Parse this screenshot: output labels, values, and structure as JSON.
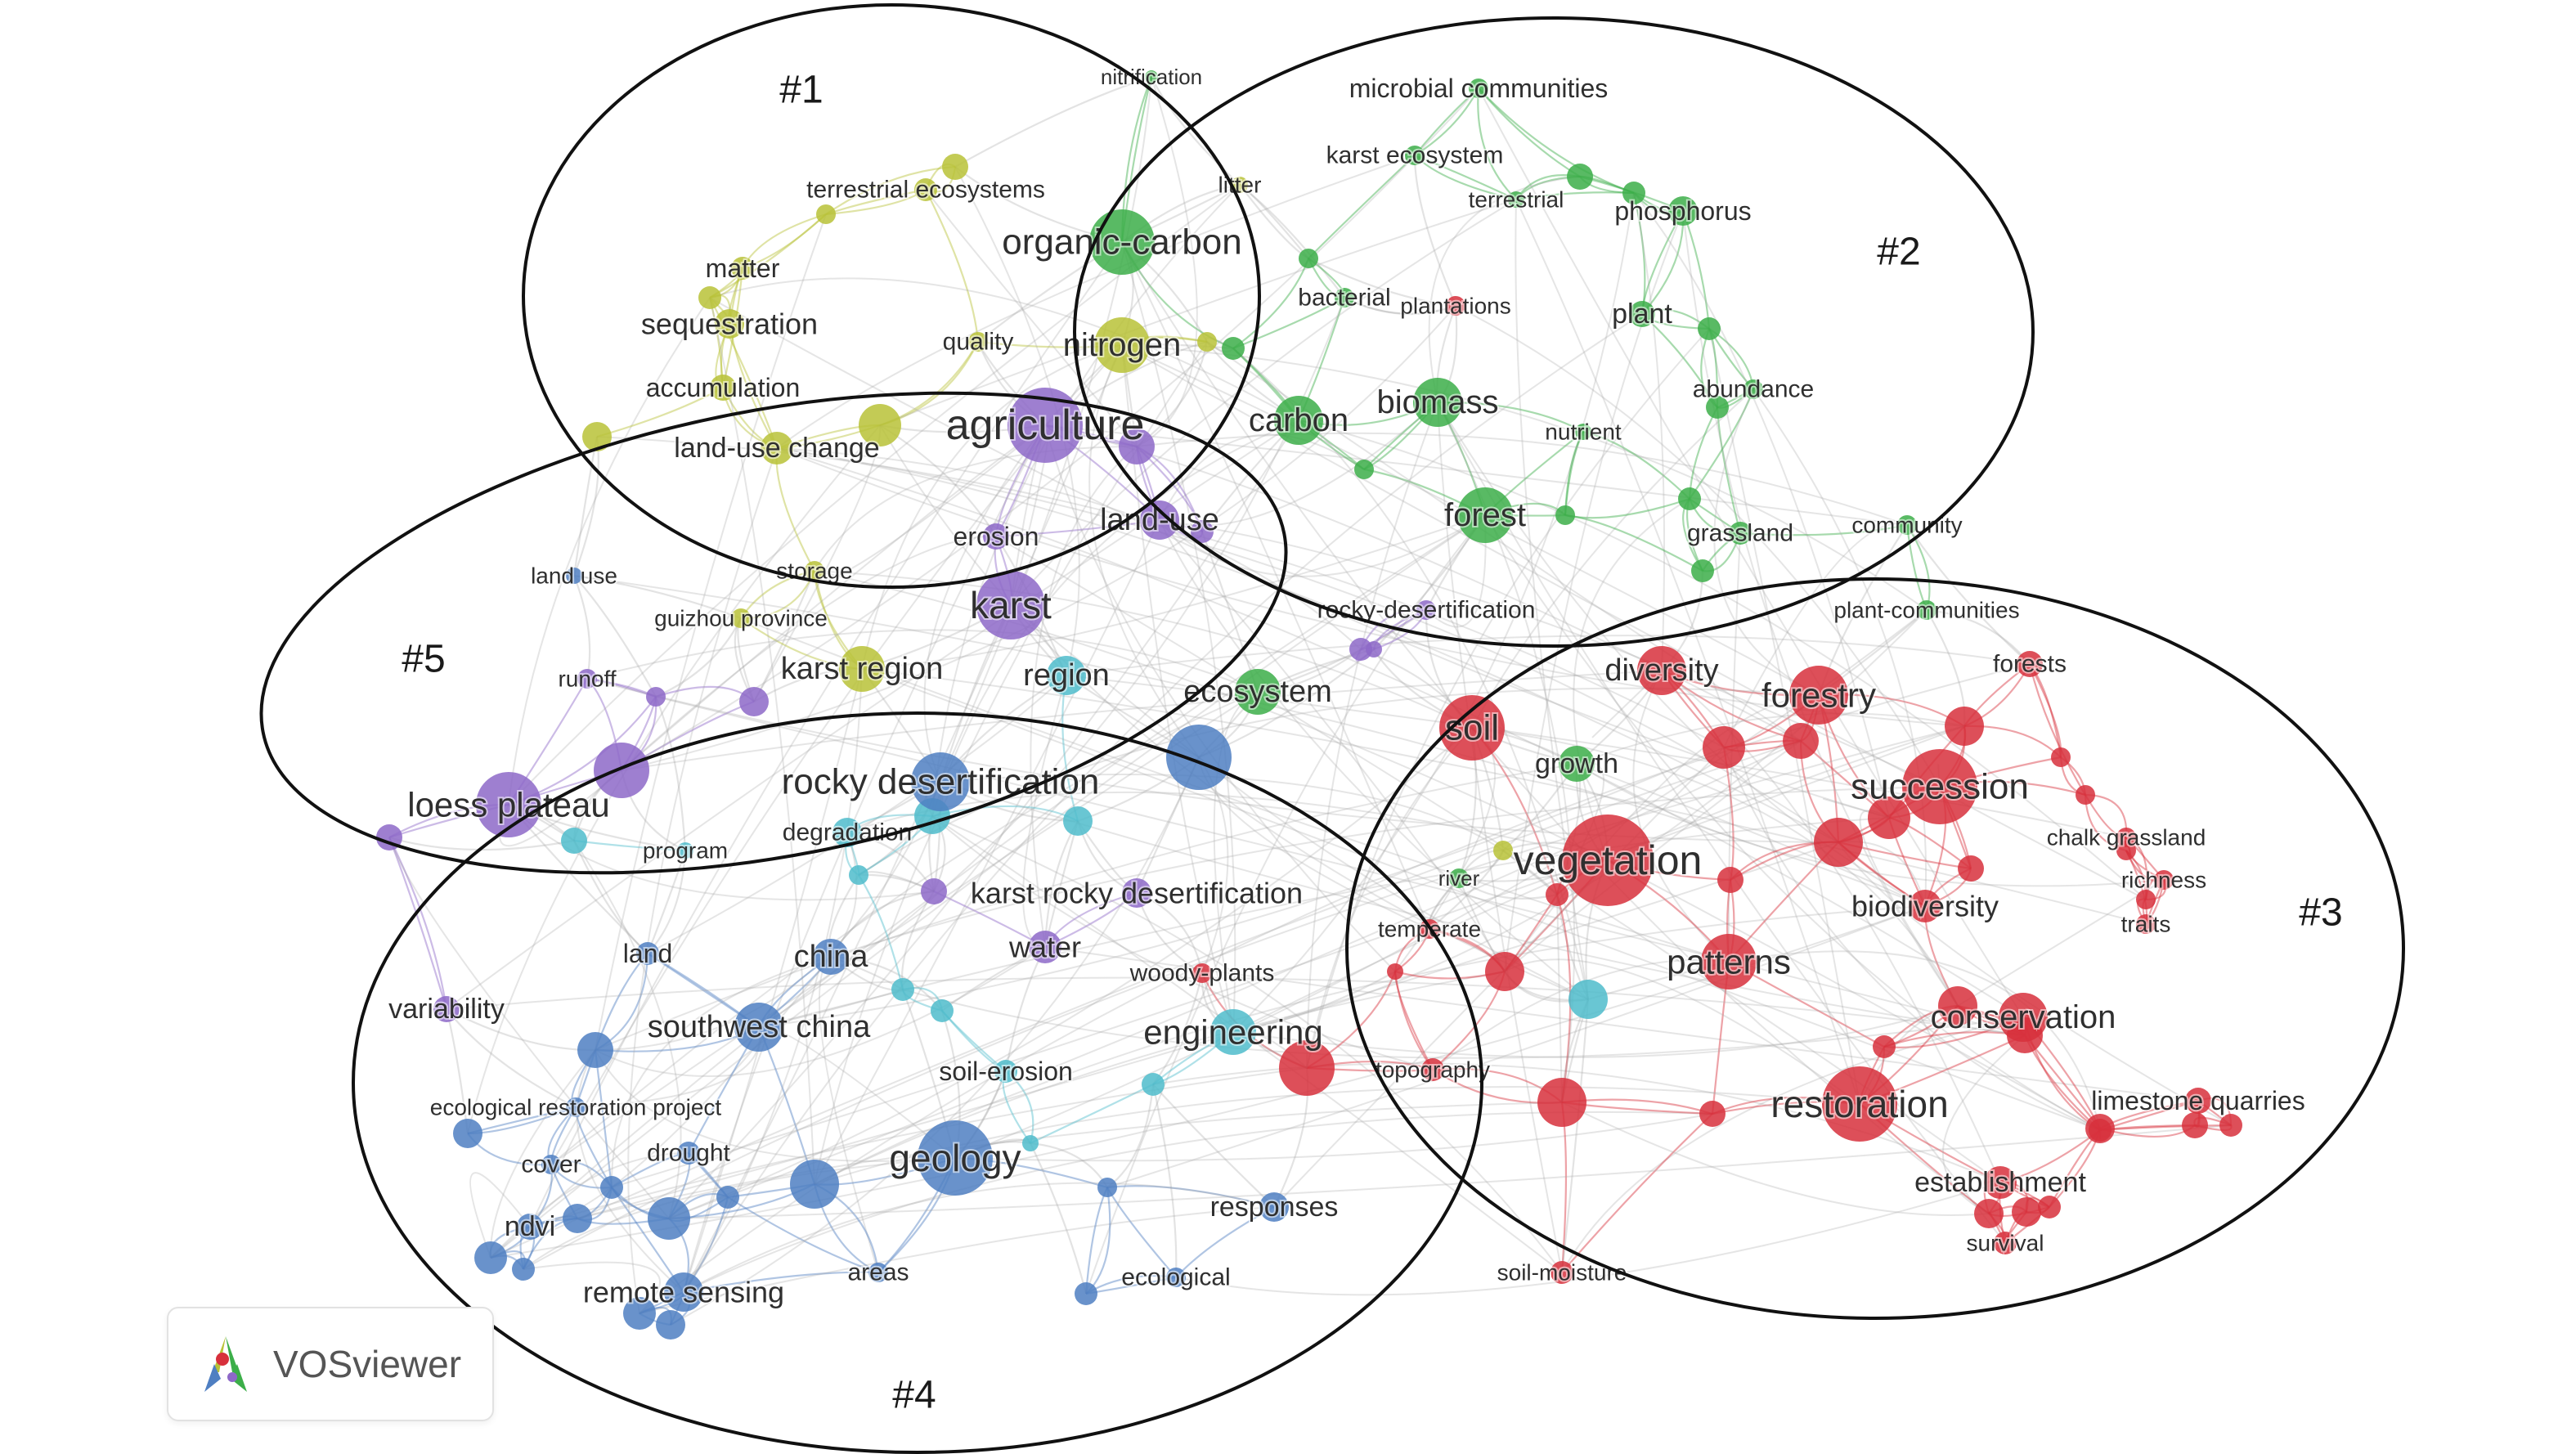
{
  "clusters": [
    "#1",
    "#2",
    "#3",
    "#4",
    "#5"
  ],
  "colors": {
    "yellow": "#b8c237",
    "green": "#3cae49",
    "red": "#d7303c",
    "purple": "#8d68c8",
    "blue": "#4f7fc2",
    "cyan": "#4fbccb"
  },
  "nodes": [
    {
      "label": "agriculture",
      "color": "purple"
    },
    {
      "label": "organic-carbon",
      "color": "green"
    },
    {
      "label": "nitrogen",
      "color": "yellow"
    },
    {
      "label": "quality",
      "color": "yellow"
    },
    {
      "label": "sequestration",
      "color": "yellow"
    },
    {
      "label": "matter",
      "color": "yellow"
    },
    {
      "label": "accumulation",
      "color": "yellow"
    },
    {
      "label": "land-use change",
      "color": "yellow"
    },
    {
      "label": "terrestrial ecosystems",
      "color": "yellow"
    },
    {
      "label": "nitrification",
      "color": "green"
    },
    {
      "label": "litter",
      "color": "yellow"
    },
    {
      "label": "microbial communities",
      "color": "green"
    },
    {
      "label": "karst ecosystem",
      "color": "green"
    },
    {
      "label": "terrestrial",
      "color": "green"
    },
    {
      "label": "phosphorus",
      "color": "green"
    },
    {
      "label": "bacterial",
      "color": "green"
    },
    {
      "label": "plantations",
      "color": "red"
    },
    {
      "label": "plant",
      "color": "green"
    },
    {
      "label": "carbon",
      "color": "green"
    },
    {
      "label": "biomass",
      "color": "green"
    },
    {
      "label": "abundance",
      "color": "green"
    },
    {
      "label": "nutrient",
      "color": "green"
    },
    {
      "label": "forest",
      "color": "green"
    },
    {
      "label": "grassland",
      "color": "green"
    },
    {
      "label": "community",
      "color": "green"
    },
    {
      "label": "land-use",
      "color": "purple"
    },
    {
      "label": "erosion",
      "color": "purple"
    },
    {
      "label": "storage",
      "color": "yellow"
    },
    {
      "label": "land use",
      "color": "blue"
    },
    {
      "label": "karst",
      "color": "purple"
    },
    {
      "label": "guizhou province",
      "color": "yellow"
    },
    {
      "label": "runoff",
      "color": "purple"
    },
    {
      "label": "karst region",
      "color": "yellow"
    },
    {
      "label": "region",
      "color": "cyan"
    },
    {
      "label": "ecosystem",
      "color": "green"
    },
    {
      "label": "rocky-desertification",
      "color": "purple"
    },
    {
      "label": "plant-communities",
      "color": "green"
    },
    {
      "label": "diversity",
      "color": "red"
    },
    {
      "label": "forestry",
      "color": "red"
    },
    {
      "label": "forests",
      "color": "red"
    },
    {
      "label": "soil",
      "color": "red"
    },
    {
      "label": "growth",
      "color": "green"
    },
    {
      "label": "succession",
      "color": "red"
    },
    {
      "label": "loess plateau",
      "color": "purple"
    },
    {
      "label": "rocky desertification",
      "color": "blue"
    },
    {
      "label": "degradation",
      "color": "cyan"
    },
    {
      "label": "program",
      "color": "cyan"
    },
    {
      "label": "vegetation",
      "color": "red"
    },
    {
      "label": "chalk grassland",
      "color": "red"
    },
    {
      "label": "richness",
      "color": "red"
    },
    {
      "label": "traits",
      "color": "red"
    },
    {
      "label": "river",
      "color": "green"
    },
    {
      "label": "karst rocky desertification",
      "color": "purple"
    },
    {
      "label": "biodiversity",
      "color": "red"
    },
    {
      "label": "temperate",
      "color": "red"
    },
    {
      "label": "land",
      "color": "blue"
    },
    {
      "label": "china",
      "color": "blue"
    },
    {
      "label": "water",
      "color": "purple"
    },
    {
      "label": "woody-plants",
      "color": "red"
    },
    {
      "label": "patterns",
      "color": "red"
    },
    {
      "label": "variability",
      "color": "purple"
    },
    {
      "label": "southwest china",
      "color": "blue"
    },
    {
      "label": "engineering",
      "color": "cyan"
    },
    {
      "label": "conservation",
      "color": "red"
    },
    {
      "label": "soil-erosion",
      "color": "cyan"
    },
    {
      "label": "topography",
      "color": "red"
    },
    {
      "label": "ecological restoration project",
      "color": "blue"
    },
    {
      "label": "restoration",
      "color": "red"
    },
    {
      "label": "limestone quarries",
      "color": "red"
    },
    {
      "label": "drought",
      "color": "blue"
    },
    {
      "label": "cover",
      "color": "blue"
    },
    {
      "label": "geology",
      "color": "blue"
    },
    {
      "label": "establishment",
      "color": "red"
    },
    {
      "label": "ndvi",
      "color": "blue"
    },
    {
      "label": "responses",
      "color": "blue"
    },
    {
      "label": "survival",
      "color": "red"
    },
    {
      "label": "areas",
      "color": "blue"
    },
    {
      "label": "remote sensing",
      "color": "blue"
    },
    {
      "label": "ecological",
      "color": "blue"
    },
    {
      "label": "soil-moisture",
      "color": "red"
    }
  ],
  "logo_text": "VOSviewer"
}
